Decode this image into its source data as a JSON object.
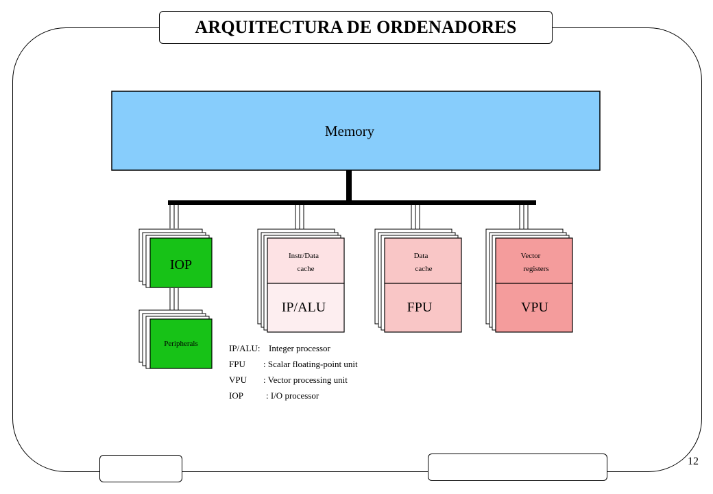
{
  "slide": {
    "title": "ARQUITECTURA DE ORDENADORES",
    "page_number": "12"
  },
  "diagram": {
    "memory": {
      "label": "Memory"
    },
    "units": {
      "iop": {
        "label": "IOP"
      },
      "peripherals": {
        "label": "Peripherals"
      },
      "ip_alu": {
        "cache_line1": "Instr/Data",
        "cache_line2": "cache",
        "label": "IP/ALU"
      },
      "fpu": {
        "cache_line1": "Data",
        "cache_line2": "cache",
        "label": "FPU"
      },
      "vpu": {
        "cache_line1": "Vector",
        "cache_line2": "registers",
        "label": "VPU"
      }
    },
    "legend": [
      {
        "abbr": "IP/ALU:",
        "desc": "Integer processor"
      },
      {
        "abbr": "FPU",
        "desc": ": Scalar floating-point unit"
      },
      {
        "abbr": "VPU",
        "desc": ": Vector processing unit"
      },
      {
        "abbr": "IOP",
        "desc": ": I/O processor"
      }
    ]
  },
  "colors": {
    "memory": "#87cdfc",
    "io": "#17c217",
    "ip_alu_top": "#fde2e4",
    "ip_alu_bottom": "#fdeef0",
    "fpu": "#f9c6c6",
    "vpu": "#f49c9c"
  }
}
